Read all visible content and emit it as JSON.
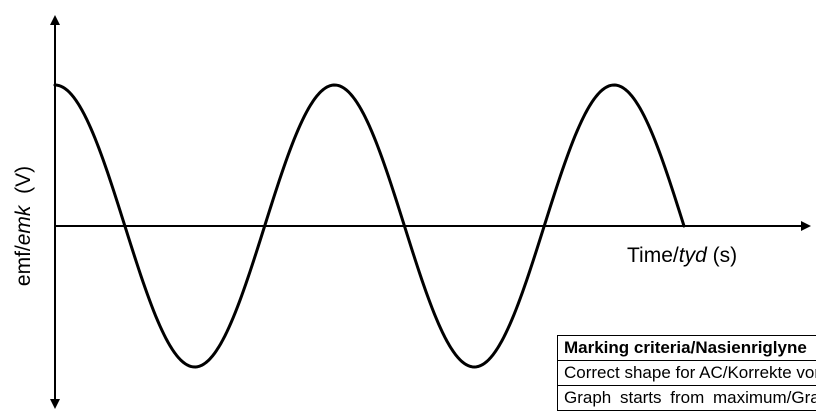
{
  "chart_data": {
    "type": "line",
    "title": "",
    "xlabel": "Time/tyd (s)",
    "xlabel_parts": {
      "prefix": "Time/",
      "italic": "tyd",
      "suffix": " (s)"
    },
    "ylabel": "emf/emk (V)",
    "ylabel_parts": {
      "prefix": "emf/",
      "italic": "emk",
      "suffix": "  (V)"
    },
    "curve": "cosine",
    "cycles_shown": 2.25,
    "amplitude": 1,
    "starts_at": "maximum",
    "ylim": [
      -1,
      1
    ],
    "grid": false,
    "tick_labels": false
  },
  "marking_table": {
    "header": "Marking criteria/Nasienriglyne",
    "rows": [
      "Correct shape for AC/Korrekte vorm vir WS",
      "Graph starts from maximum/Grafiek begin by maksimum"
    ]
  }
}
